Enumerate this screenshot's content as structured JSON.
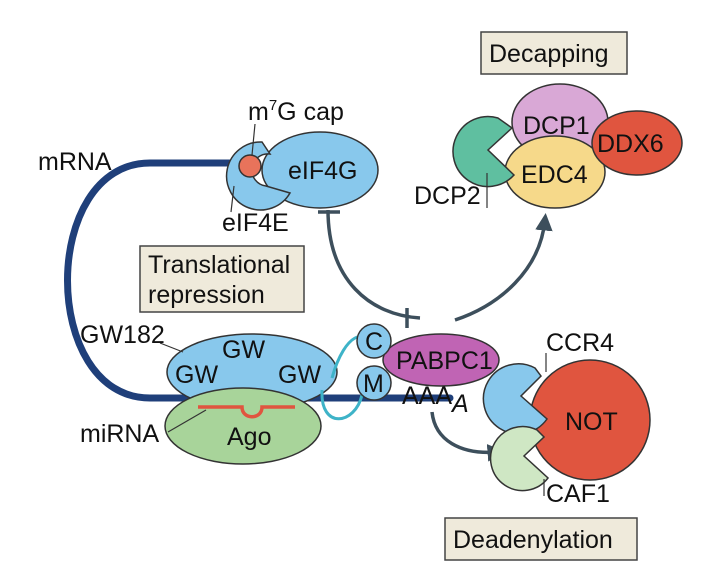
{
  "labels": {
    "decapping": "Decapping",
    "m7g_cap_m": "m",
    "m7g_cap_sup": "7",
    "m7g_cap_rest": "G cap",
    "mrna": "mRNA",
    "eif4g": "eIF4G",
    "eif4e": "eIF4E",
    "dcp1": "DCP1",
    "ddx6": "DDX6",
    "edc4": "EDC4",
    "dcp2": "DCP2",
    "translational_1": "Translational",
    "translational_2": "repression",
    "gw182": "GW182",
    "gw_left": "GW",
    "gw_top": "GW",
    "gw_right": "GW",
    "c": "C",
    "m": "M",
    "pabpc1": "PABPC1",
    "aaaa": "AAA",
    "aaaa_sub": "A",
    "ccr4": "CCR4",
    "not": "NOT",
    "caf1": "CAF1",
    "mirna": "miRNA",
    "ago": "Ago",
    "deadenylation": "Deadenylation"
  },
  "colors": {
    "mrna": "#1f3f7a",
    "blue_protein": "#88c8ec",
    "green_protein": "#a8d49a",
    "pink_protein": "#d9a8d6",
    "magenta_protein": "#c064b4",
    "red_protein": "#e0553f",
    "yellow_protein": "#f6d98a",
    "teal_protein": "#5fbfa0",
    "arrow": "#3d4f5c",
    "cap": "#e8735b",
    "mirna": "#e0553f",
    "box": "#efeadb"
  }
}
